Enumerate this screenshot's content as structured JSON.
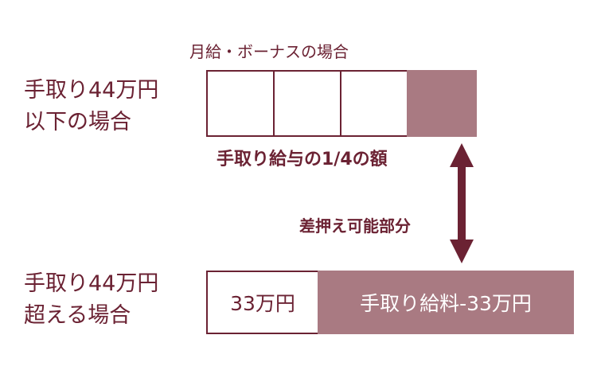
{
  "top": {
    "caption": "月給・ボーナスの場合",
    "condition_line1": "手取り44万円",
    "condition_line2": "以下の場合",
    "segment_caption": "手取り給与の1/4の額"
  },
  "middle": {
    "arrow_label": "差押え可能部分"
  },
  "bottom": {
    "condition_line1": "手取り44万円",
    "condition_line2": "超える場合",
    "fixed_cell": "33万円",
    "variable_cell": "手取り給料-33万円"
  },
  "colors": {
    "primary": "#6b2233",
    "fill": "#a97a82"
  }
}
